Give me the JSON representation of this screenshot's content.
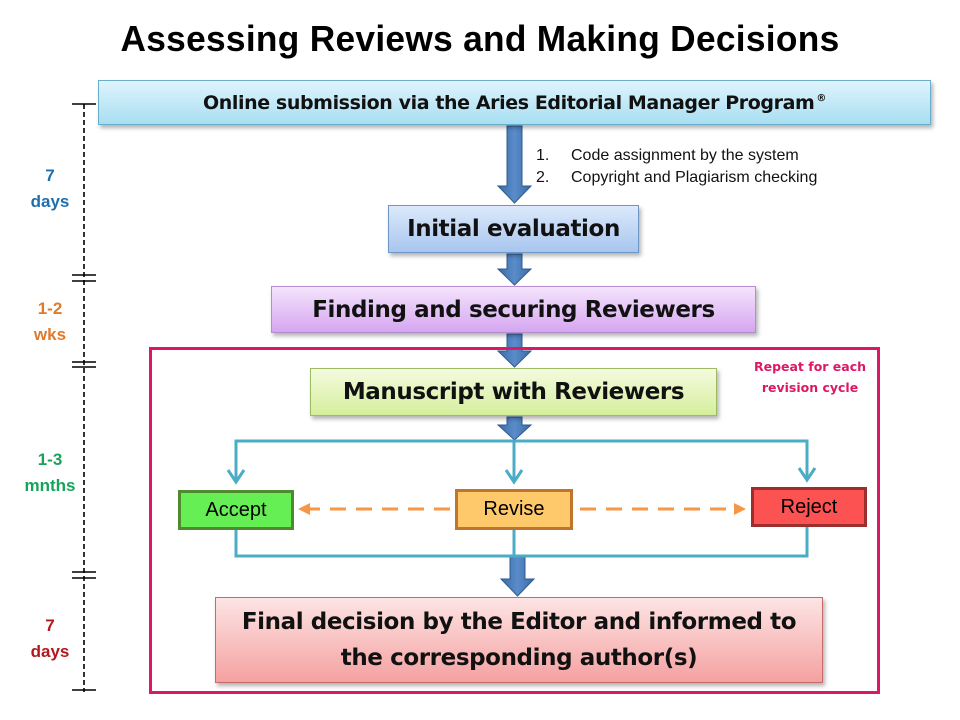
{
  "title": "Assessing Reviews and Making Decisions",
  "steps": {
    "online_submission": {
      "label": "Online submission via the Aries Editorial Manager Program",
      "mark": "®"
    },
    "initial_evaluation": {
      "label": "Initial evaluation"
    },
    "finding_reviewers": {
      "label": "Finding and securing Reviewers"
    },
    "manuscript_reviewers": {
      "label": "Manuscript with Reviewers"
    },
    "final_decision": {
      "line1": "Final decision by the Editor and informed to",
      "line2": "the corresponding author(s)"
    }
  },
  "initial_notes": [
    {
      "num": "1.",
      "text": "Code assignment by the system"
    },
    {
      "num": "2.",
      "text": "Copyright and Plagiarism checking"
    }
  ],
  "decisions": {
    "accept": "Accept",
    "revise": "Revise",
    "reject": "Reject"
  },
  "repeat_note": {
    "line1": "Repeat for each",
    "line2": "revision cycle"
  },
  "timeline": [
    {
      "value": "7",
      "unit": "days",
      "color": "#1f6fad"
    },
    {
      "value": "1-2",
      "unit": "wks",
      "color": "#e07a2b"
    },
    {
      "value": "1-3",
      "unit": "mnths",
      "color": "#18a35a"
    },
    {
      "value": "7",
      "unit": "days",
      "color": "#b3181e"
    }
  ],
  "colors": {
    "frame": "#dc1866",
    "arrow": "#4f81bd",
    "connector": "#4bacc6",
    "dashed": "#f79646"
  }
}
